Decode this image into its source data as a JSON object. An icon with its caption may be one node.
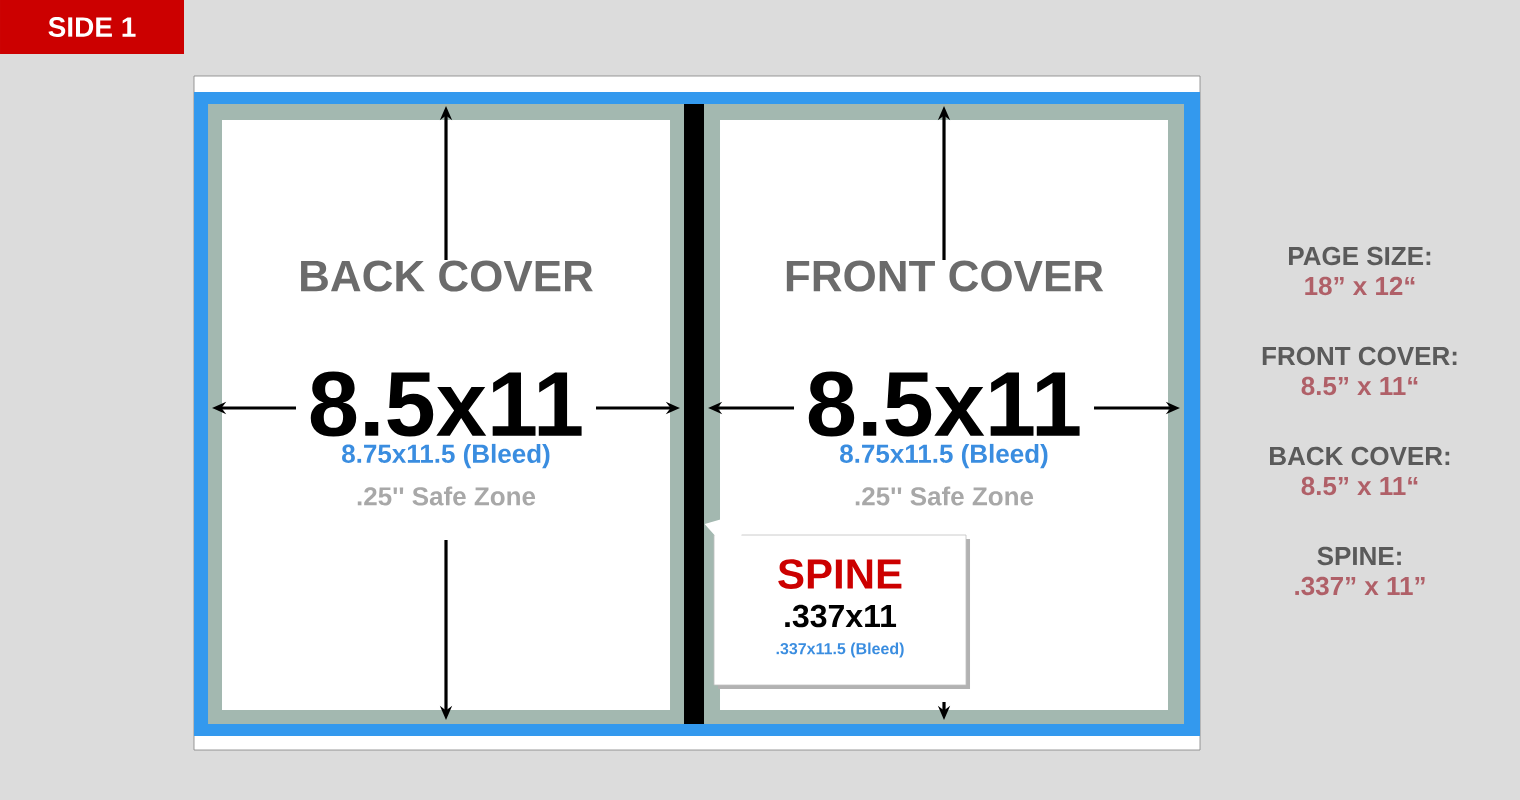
{
  "diagram": {
    "nodes": [
      {
        "text": [
          "SIDE 1"
        ]
      },
      {
        "text": [],
        "shape": "box"
      },
      {
        "text": [
          "BACK COVER",
          "8.5x11",
          "8.75x11.5 (Bleed)",
          ".25'' Safe Zone"
        ],
        "in": 1
      },
      {
        "text": [
          "FRONT COVER",
          "8.5x11",
          "8.75x11.5 (Bleed)",
          ".25'' Safe Zone"
        ],
        "in": 1
      },
      {
        "text": [],
        "shape": "bar",
        "in": 1
      },
      {
        "text": [
          "SPINE",
          ".337x11",
          ".337x11.5 (Bleed)"
        ],
        "in": 3
      }
    ],
    "edges": [
      {
        "from": 5,
        "to": 4,
        "arrow": "to"
      }
    ],
    "labels": [
      "PAGE SIZE:",
      "18” x 12“",
      "FRONT COVER:",
      "8.5” x 11“",
      "BACK COVER:",
      "8.5” x 11“",
      "SPINE:",
      ".337” x 11”"
    ]
  }
}
